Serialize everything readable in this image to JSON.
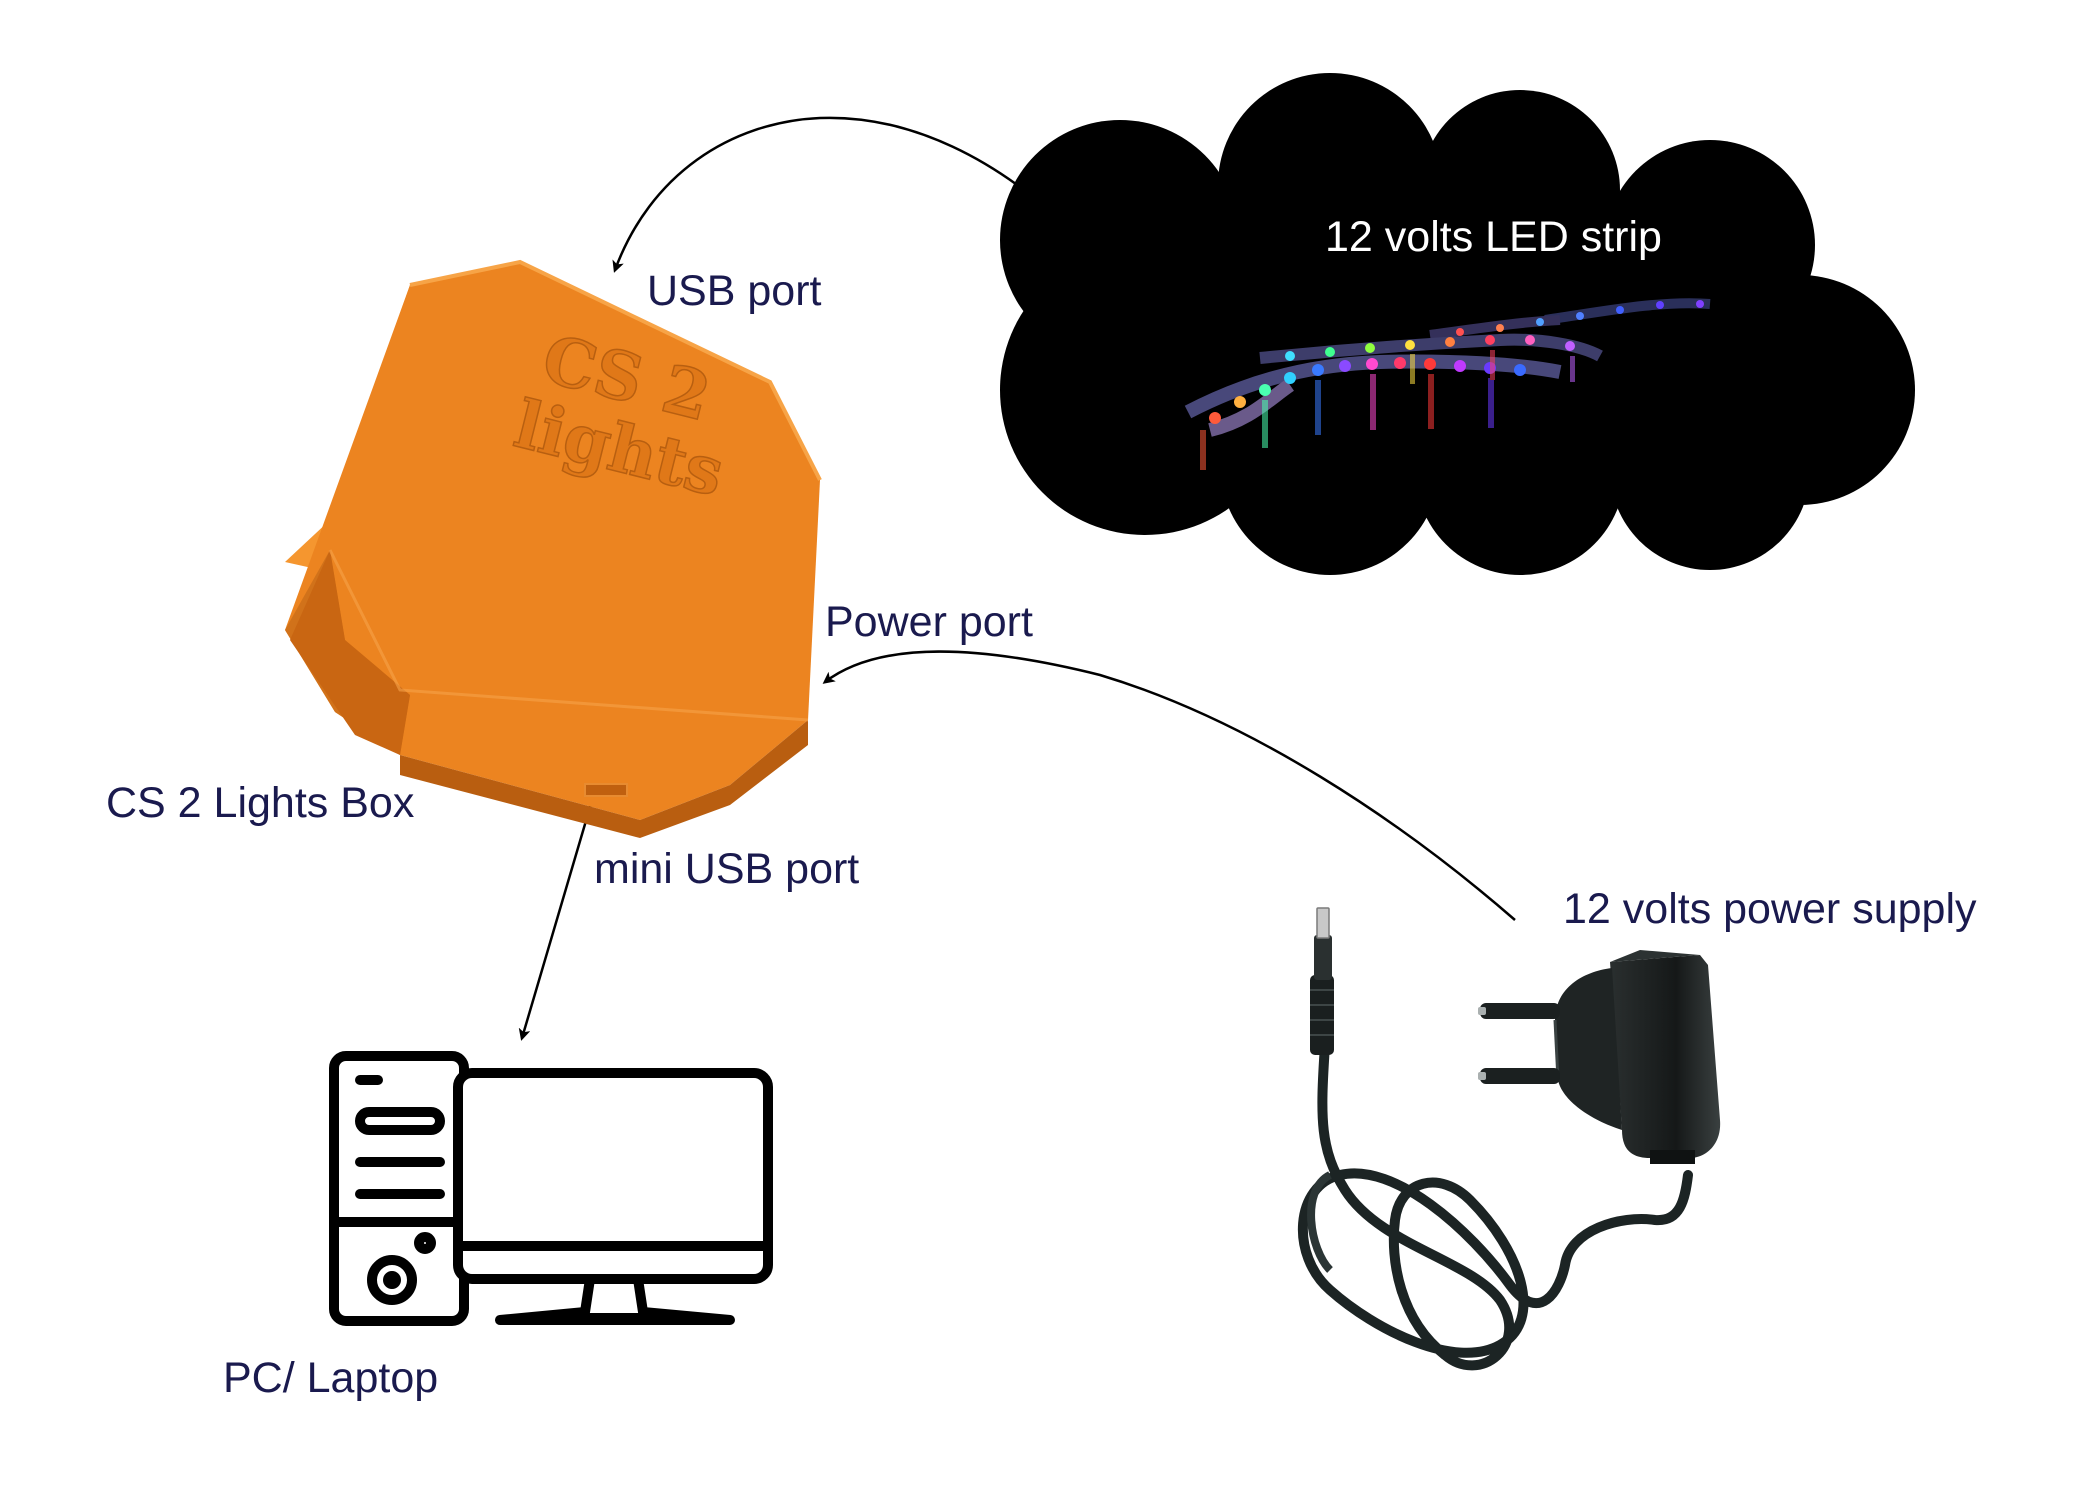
{
  "labels": {
    "usb_port": "USB port",
    "power_port": "Power port",
    "box": "CS 2 Lights Box",
    "mini_usb_port": "mini USB port",
    "pc": "PC/ Laptop",
    "power_supply": "12 volts power supply",
    "led_strip": "12 volts LED strip"
  },
  "box_engraving": {
    "line1": "CS 2",
    "line2": "lights"
  },
  "colors": {
    "box_face": "#ec8420",
    "box_top": "#f5962f",
    "box_side": "#c96612",
    "cloud": "#000000",
    "label_text": "#1a1a4e",
    "arrow": "#000000"
  },
  "icons": {
    "led_strip": "led-strip-icon",
    "box": "lights-box-icon",
    "computer": "desktop-computer-icon",
    "charger": "power-adapter-icon"
  }
}
